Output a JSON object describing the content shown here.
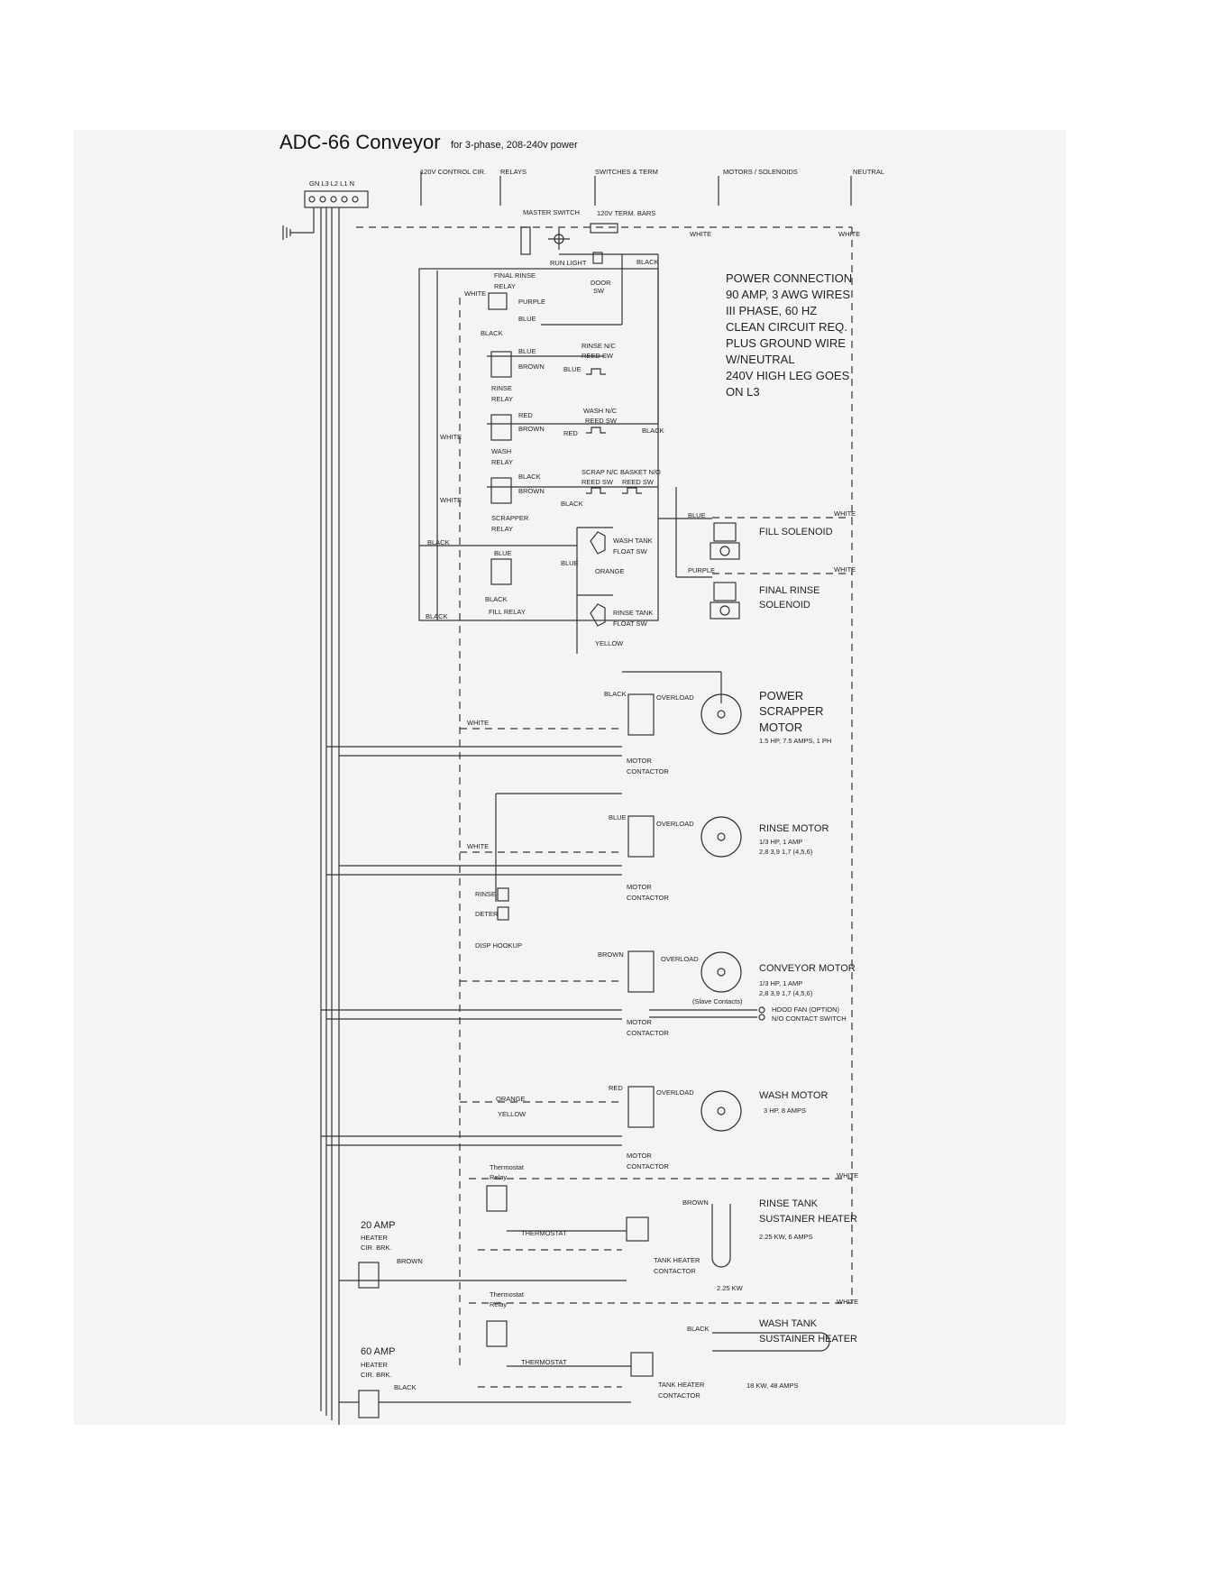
{
  "title": "ADC-66 Conveyor",
  "subtitle": "for 3-phase, 208-240v power",
  "headers": {
    "control": "120V CONTROL CIR.",
    "relays": "RELAYS",
    "switches": "SWITCHES & TERM",
    "motors": "MOTORS / SOLENOIDS",
    "neutral": "NEUTRAL"
  },
  "terminal_block": "GN L3  L2  L1  N",
  "top": {
    "master_switch": "MASTER SWITCH",
    "term_bars": "120V TERM. BARS",
    "run_light": "RUN LIGHT",
    "door_sw": [
      "DOOR",
      "SW"
    ],
    "white_top": "WHITE",
    "white_right": "WHITE",
    "black_top": "BLACK"
  },
  "power_connection": [
    "POWER CONNECTION",
    "90 AMP, 3 AWG WIRES",
    "III PHASE, 60 HZ",
    "CLEAN CIRCUIT REQ.",
    "PLUS GROUND WIRE",
    "W/NEUTRAL",
    "240V HIGH LEG GOES",
    "ON L3"
  ],
  "relays": {
    "final_rinse": [
      "FINAL RINSE",
      "RELAY"
    ],
    "rinse": [
      "RINSE",
      "RELAY"
    ],
    "wash": [
      "WASH",
      "RELAY"
    ],
    "scrapper": [
      "SCRAPPER",
      "RELAY"
    ],
    "fill": "FILL RELAY"
  },
  "wires": {
    "white": "WHITE",
    "purple": "PURPLE",
    "blue": "BLUE",
    "black": "BLACK",
    "brown": "BROWN",
    "red": "RED",
    "orange": "ORANGE",
    "yellow": "YELLOW"
  },
  "switches": {
    "rinse_reed": [
      "RINSE   N/C",
      "REED SW"
    ],
    "wash_reed": [
      "WASH  N/C",
      "REED SW"
    ],
    "scrap_reed": [
      "SCRAP N/C",
      "REED SW"
    ],
    "basket_reed": [
      "BASKET N/O",
      "REED SW"
    ],
    "wash_float": [
      "WASH TANK",
      "FLOAT SW"
    ],
    "rinse_float": [
      "RINSE TANK",
      "FLOAT SW"
    ]
  },
  "solenoids": {
    "fill": "FILL SOLENOID",
    "final_rinse": [
      "FINAL RINSE",
      "SOLENOID"
    ]
  },
  "motors": {
    "overload": "OVERLOAD",
    "contactor": [
      "MOTOR",
      "CONTACTOR"
    ],
    "power_scrapper": [
      "POWER",
      "SCRAPPER",
      "MOTOR"
    ],
    "power_scrapper_spec": "1.5 HP, 7.5 AMPS, 1 PH",
    "rinse": "RINSE MOTOR",
    "rinse_spec": [
      "1/3 HP, 1 AMP",
      "2,8  3,9  1,7  (4,5,6)"
    ],
    "conveyor": "CONVEYOR MOTOR",
    "conveyor_spec": [
      "1/3 HP, 1 AMP",
      "2,8  3,9  1,7  (4,5,6)"
    ],
    "slave_contacts": "(Slave Contacts)",
    "hood_fan": [
      "HOOD FAN (OPTION)",
      "N/O CONTACT SWITCH"
    ],
    "wash": "WASH MOTOR",
    "wash_spec": "3 HP, 8 AMPS"
  },
  "disposal": {
    "rinse": "RINSE",
    "deter": "DETER",
    "hookup": "DISP HOOKUP"
  },
  "heaters": {
    "thermostat_relay": [
      "Thermostat",
      "Relay"
    ],
    "thermostat": "THERMOSTAT",
    "tank_contactor": [
      "TANK HEATER",
      "CONTACTOR"
    ],
    "breaker_20": [
      "20 AMP",
      "HEATER",
      "CIR. BRK."
    ],
    "breaker_60": [
      "60 AMP",
      "HEATER",
      "CIR. BRK."
    ],
    "rinse_heater": [
      "RINSE TANK",
      "SUSTAINER HEATER"
    ],
    "rinse_spec": "2.25 KW, 6 AMPS",
    "rinse_kw": "2.25 KW",
    "wash_heater": [
      "WASH TANK",
      "SUSTAINER HEATER"
    ],
    "wash_spec": "18 KW, 48 AMPS"
  }
}
